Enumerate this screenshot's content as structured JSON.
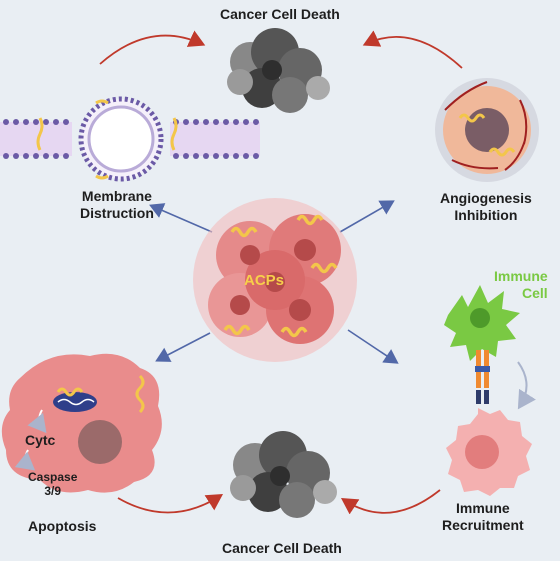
{
  "labels": {
    "top_death": "Cancer Cell Death",
    "bottom_death": "Cancer Cell Death",
    "membrane": [
      "Membrane",
      "Distruction"
    ],
    "angio": [
      "Angiogenesis",
      "Inhibition"
    ],
    "acps": "ACPs",
    "immune_cell": [
      "Immune",
      "Cell"
    ],
    "immune_recruit": [
      "Immune",
      "Recruitment"
    ],
    "apoptosis": "Apoptosis",
    "cytc": "Cytc",
    "caspase": [
      "Caspase",
      "3/9"
    ]
  },
  "colors": {
    "background": "#e9eef3",
    "cell_red": "#d96a6a",
    "peptide_yellow": "#f3c64a",
    "arrow_red": "#c0392b",
    "arrow_blue": "#5268a8",
    "immune_green": "#7ac943",
    "death_gray": "#4a4a4a"
  }
}
